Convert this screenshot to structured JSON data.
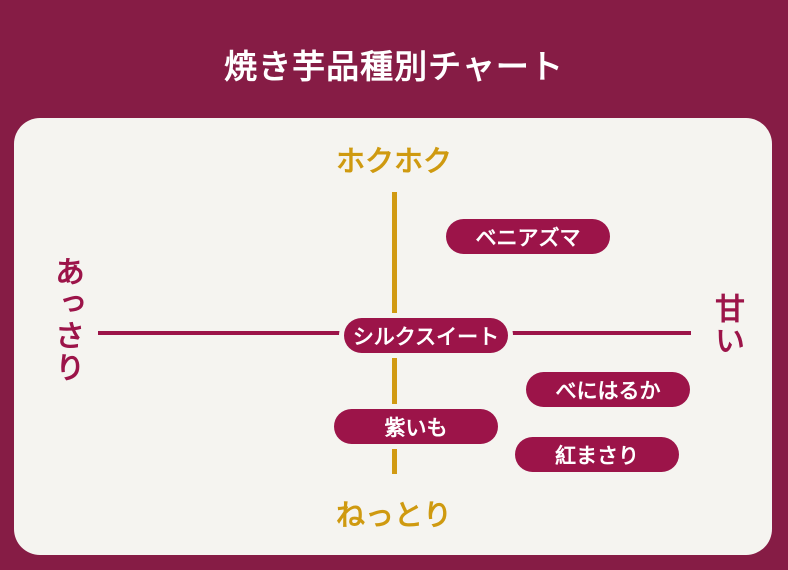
{
  "title": "焼き芋品種別チャート",
  "axes": {
    "top": "ホクホク",
    "bottom": "ねっとり",
    "left": "あっさり",
    "right": "甘い"
  },
  "varieties": [
    {
      "name": "ベニアズマ"
    },
    {
      "name": "シルクスイート"
    },
    {
      "name": "べにはるか"
    },
    {
      "name": "紫いも"
    },
    {
      "name": "紅まさり"
    }
  ],
  "colors": {
    "background": "#861c45",
    "card": "#f5f4f0",
    "accent": "#9c1449",
    "gold": "#cf9a10"
  }
}
